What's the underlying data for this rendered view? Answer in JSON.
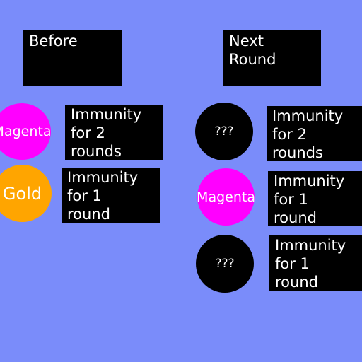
{
  "colors": {
    "background": "#7a8cfa",
    "box": "#000000",
    "text": "#ffffff",
    "magenta": "#ff00ff",
    "gold": "#ffa500",
    "unknown": "#000000"
  },
  "before": {
    "heading": "Before",
    "rows": [
      {
        "circle_label": "Magenta",
        "circle_color": "magenta",
        "info": "Immunity\nfor 2\nrounds"
      },
      {
        "circle_label": "Gold",
        "circle_color": "gold",
        "info": "Immunity\nfor 1\nround"
      }
    ]
  },
  "next_round": {
    "heading": "Next\nRound",
    "rows": [
      {
        "circle_label": "???",
        "circle_color": "unknown",
        "info": "Immunity\nfor 2\nrounds"
      },
      {
        "circle_label": "Magenta",
        "circle_color": "magenta",
        "info": "Immunity\nfor 1\nround"
      },
      {
        "circle_label": "???",
        "circle_color": "unknown",
        "info": "Immunity\nfor 1\nround"
      }
    ]
  }
}
